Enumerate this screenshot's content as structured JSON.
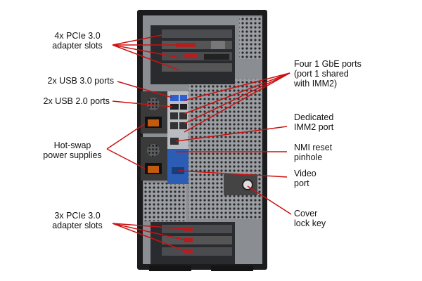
{
  "colors": {
    "leader_line": "#cc1111",
    "chassis": "#1c1c1e",
    "chassis_panel": "#8a8d92",
    "port_blue": "#2c5db5",
    "psu": "#3a3a3a"
  },
  "callouts": {
    "pcie_top": [
      "4x PCIe 3.0",
      "adapter slots"
    ],
    "usb3": [
      "2x USB 3.0 ports"
    ],
    "usb2": [
      "2x USB 2.0 ports"
    ],
    "psu": [
      "Hot-swap",
      "power supplies"
    ],
    "pcie_bottom": [
      "3x PCIe 3.0",
      "adapter slots"
    ],
    "gbe": [
      "Four 1 GbE ports",
      "(port 1 shared",
      "with IMM2)"
    ],
    "imm2": [
      "Dedicated",
      "IMM2 port"
    ],
    "nmi": [
      "NMI reset",
      "pinhole"
    ],
    "video": [
      "Video",
      "port"
    ],
    "cover_lock": [
      "Cover",
      "lock key"
    ]
  }
}
